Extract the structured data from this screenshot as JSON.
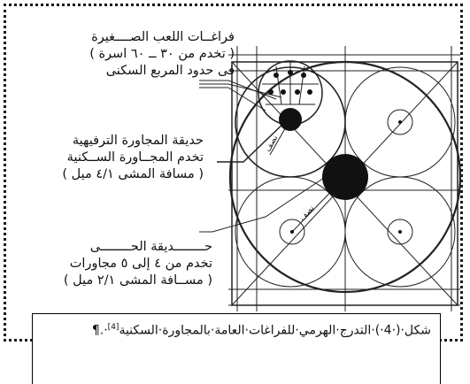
{
  "labels": {
    "play_spaces": {
      "line1": "فراغــات اللعب الصــــغيرة",
      "line2": "( تخدم من ٣٠ ــ ٦٠ اسرة )",
      "line3": "فى حدود المربع السكنى"
    },
    "recreational_park": {
      "line1": "حديقة المجاورة الترفيهية",
      "line2": "تخدم المجــاورة الســكنية",
      "line3": "( مسافة المشى ٤/١ ميل )"
    },
    "district_park": {
      "line1": "حــــــــديقة الحــــــــى",
      "line2": "تخدم من ٤ إلى ٥ مجاورات",
      "line3": "( مســافة المشى ٢/١ ميل )"
    }
  },
  "radius_labels": [
    "نصف",
    "نصف"
  ],
  "caption": {
    "text": "شكل·(·4·)·التدرج·الهرمي·للفراغات·العامة·بالمجاورة·السكنية",
    "ref": "[4]",
    "tail": "·.¶"
  }
}
